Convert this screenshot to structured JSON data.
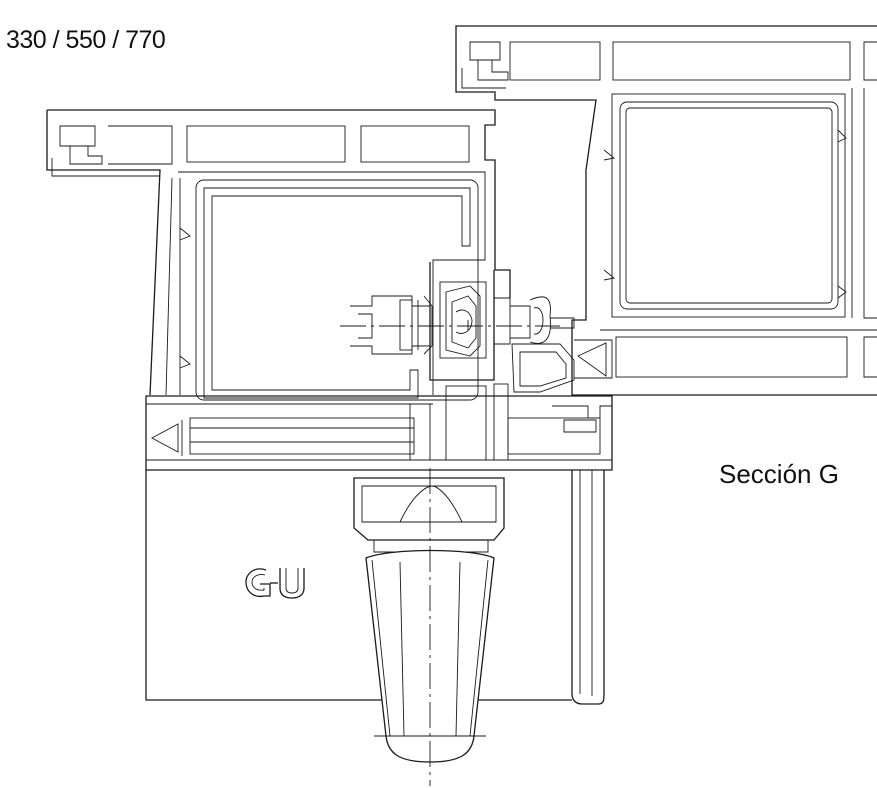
{
  "drawing": {
    "model_numbers": "330 / 550 / 770",
    "section_label": "Sección G",
    "brand_logo_text": "G-U",
    "line_color": "#1a1a1a",
    "background_color": "#ffffff"
  }
}
